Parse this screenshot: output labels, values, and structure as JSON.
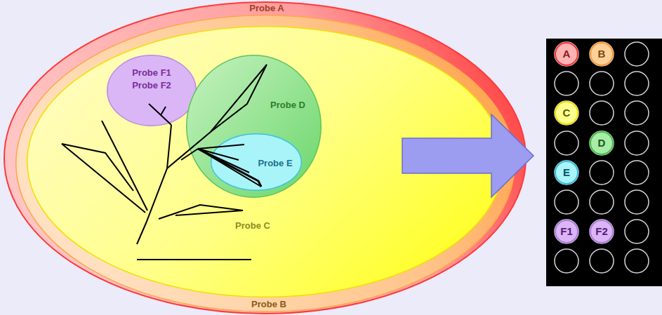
{
  "diagram": {
    "nodes": [
      {
        "text": [
          "Probe A"
        ]
      },
      {
        "text": [
          "Probe B"
        ],
        "in": 0
      },
      {
        "text": [
          "Probe C"
        ],
        "in": 1
      },
      {
        "text": [
          "Probe F1",
          "Probe F2"
        ],
        "in": 2
      },
      {
        "text": [
          "Probe D"
        ],
        "in": 2
      },
      {
        "text": [
          "Probe E"
        ],
        "in": 4
      },
      {
        "text": [
          "A"
        ]
      },
      {
        "text": [
          "B"
        ]
      },
      {
        "text": [
          "C"
        ]
      },
      {
        "text": [
          "D"
        ]
      },
      {
        "text": [
          "E"
        ]
      },
      {
        "text": [
          "F1"
        ]
      },
      {
        "text": [
          "F2"
        ]
      }
    ]
  }
}
